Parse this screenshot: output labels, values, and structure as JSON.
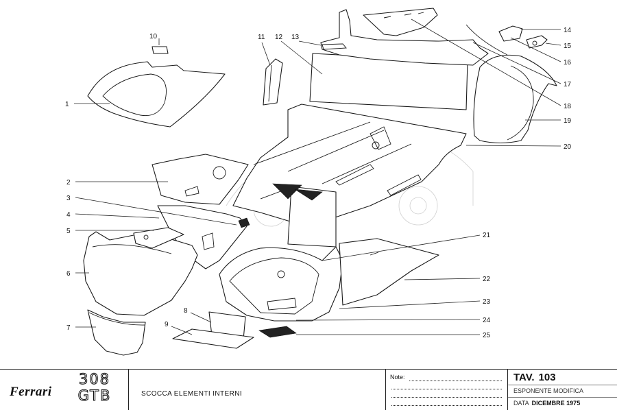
{
  "diagram": {
    "part_numbers": [
      "1",
      "2",
      "3",
      "4",
      "5",
      "6",
      "7",
      "8",
      "9",
      "10",
      "11",
      "12",
      "13",
      "14",
      "15",
      "16",
      "17",
      "18",
      "19",
      "20",
      "21",
      "22",
      "23",
      "24",
      "25"
    ]
  },
  "title_block": {
    "brand": "Ferrari",
    "model": "308",
    "model_line2": "GTB",
    "description": "SCOCCA ELEMENTI INTERNI",
    "notes_label": "Note:",
    "tav_label": "TAV.",
    "tav_number": "103",
    "esponente_label": "ESPONENTE MODIFICA",
    "data_label": "DATA",
    "data_value": "DICEMBRE 1975"
  }
}
